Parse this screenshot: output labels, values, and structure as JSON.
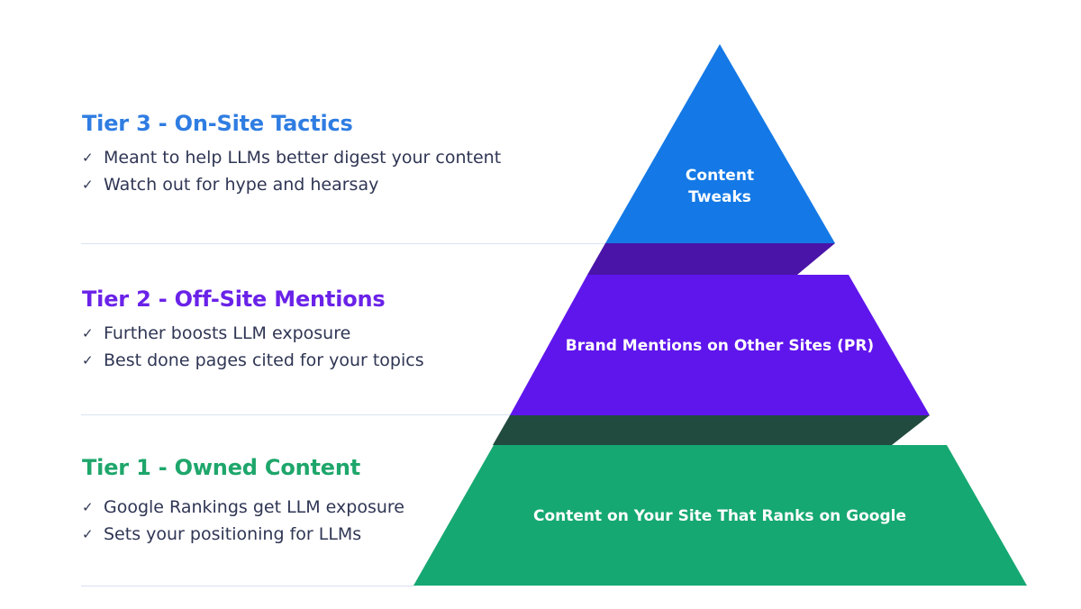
{
  "tiers": [
    {
      "title": "Tier 3 - On-Site Tactics",
      "color": "#2f7de2",
      "bullets": [
        "Meant to help LLMs better digest your content",
        "Watch out for hype and hearsay"
      ],
      "shape_label_lines": [
        "Content",
        "Tweaks"
      ],
      "fill": "#1479e6",
      "side_fill": "#4a14a8"
    },
    {
      "title": "Tier 2 - Off-Site Mentions",
      "color": "#6a22e8",
      "bullets": [
        "Further boosts LLM exposure",
        "Best done pages cited for your topics"
      ],
      "shape_label": "Brand Mentions on Other Sites (PR)",
      "fill": "#5f16ec",
      "side_fill": "#224b3f"
    },
    {
      "title": "Tier 1 - Owned Content",
      "color": "#1ea66b",
      "bullets": [
        "Google Rankings get LLM exposure",
        "Sets your positioning for LLMs"
      ],
      "shape_label": "Content on Your Site That Ranks on Google",
      "fill": "#16a872"
    }
  ],
  "check_icon": "✓"
}
